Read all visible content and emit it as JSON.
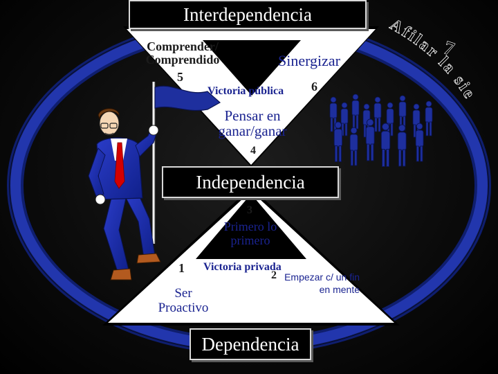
{
  "colors": {
    "ring": "#1a2f9a",
    "ring_dark": "#0f1e6e",
    "triangle_fill": "#ffffff",
    "triangle_dark": "#000000",
    "text_dark": "#1c1c1c",
    "text_blue": "#1a2390",
    "people": "#1e2f9e",
    "arc_text": "#000000"
  },
  "titles": {
    "interdependence": "Interdependencia",
    "independence": "Independencia",
    "dependence": "Dependencia"
  },
  "upper": {
    "habit5_label": "Comprender/ Comprendido",
    "habit5_number": "5",
    "habit6_label": "Sinergizar",
    "habit6_number": "6",
    "public_victory": "Victoria pública",
    "habit4_label": "Pensar en ganar/ganar",
    "habit4_number": "4"
  },
  "lower": {
    "habit3_number": "3",
    "habit3_label": "Primero lo primero",
    "habit1_number": "1",
    "habit1_label": "Ser Proactivo",
    "private_victory": "Victoria privada",
    "habit2_number": "2",
    "habit2_label": "Empezar c/ un fin en mente"
  },
  "ring": {
    "arc_text": "Afilar la sierra",
    "habit7_number": "7"
  },
  "illustrations": {
    "man_icon": "businessman-with-flag-icon",
    "crowd_icon": "crowd-silhouettes-icon"
  }
}
